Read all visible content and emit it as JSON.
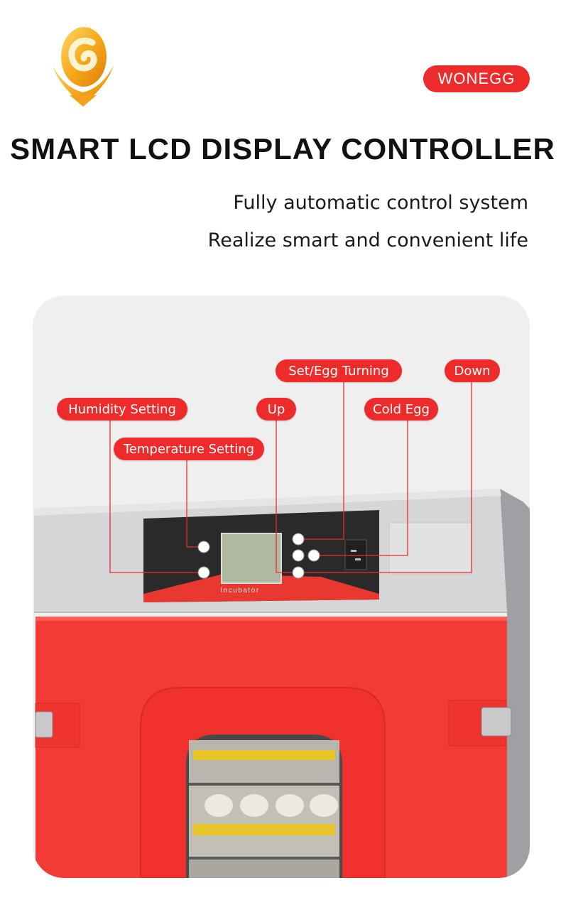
{
  "brand": {
    "badge": "WONEGG",
    "logo_icon": "golden-egg-logo-icon"
  },
  "header": {
    "title": "SMART LCD DISPLAY CONTROLLER",
    "subtitle_line1": "Fully automatic control system",
    "subtitle_line2": "Realize smart and convenient life"
  },
  "product": {
    "panel_label": "Incubator",
    "callouts": {
      "humidity": "Humidity Setting",
      "temperature": "Temperature Setting",
      "up": "Up",
      "set_turning": "Set/Egg Turning",
      "cold_egg": "Cold Egg",
      "down": "Down"
    }
  },
  "colors": {
    "accent_red": "#ee2b2b",
    "body_red": "#f23a36",
    "panel_dark": "#2b2b2b",
    "lcd_green": "#aeb9a0"
  }
}
